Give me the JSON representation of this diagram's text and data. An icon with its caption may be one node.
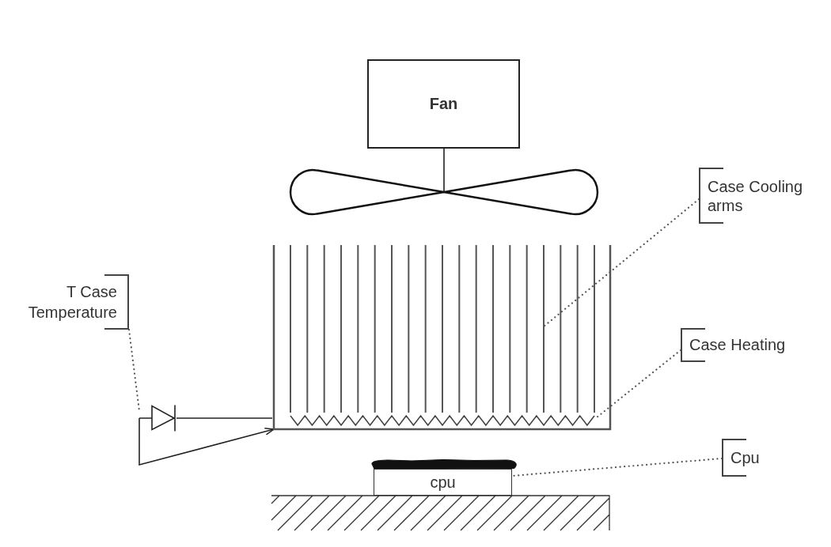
{
  "diagram": {
    "nodes": [
      {
        "text": [
          "Fan"
        ]
      },
      {
        "text": [],
        "shape": "picture"
      },
      {
        "text": [
          "Case Cooling arms"
        ]
      },
      {
        "text": [],
        "shape": "picture"
      },
      {
        "text": [],
        "shape": "picture",
        "in": 3
      },
      {
        "text": [],
        "shape": "picture",
        "in": 3
      },
      {
        "text": [
          "T Case Temperature"
        ]
      },
      {
        "text": [
          "Case Heating"
        ]
      },
      {
        "text": [],
        "shape": "picture"
      },
      {
        "text": [
          "Cpu"
        ]
      },
      {
        "text": [
          "cpu"
        ]
      }
    ],
    "edges": [
      {
        "from": 0,
        "to": 1,
        "arrow": "none"
      },
      {
        "from": 2,
        "to": 4,
        "arrow": "none",
        "style": "dashed"
      },
      {
        "from": 7,
        "to": 5,
        "arrow": "none",
        "style": "dashed"
      },
      {
        "from": 6,
        "to": 8,
        "arrow": "none",
        "style": "dashed"
      },
      {
        "from": 9,
        "to": 10,
        "arrow": "none",
        "style": "dashed"
      },
      {
        "from": 8,
        "to": 3,
        "arrow": "none"
      },
      {
        "from": 8,
        "to": 3,
        "arrow": "to"
      }
    ]
  }
}
